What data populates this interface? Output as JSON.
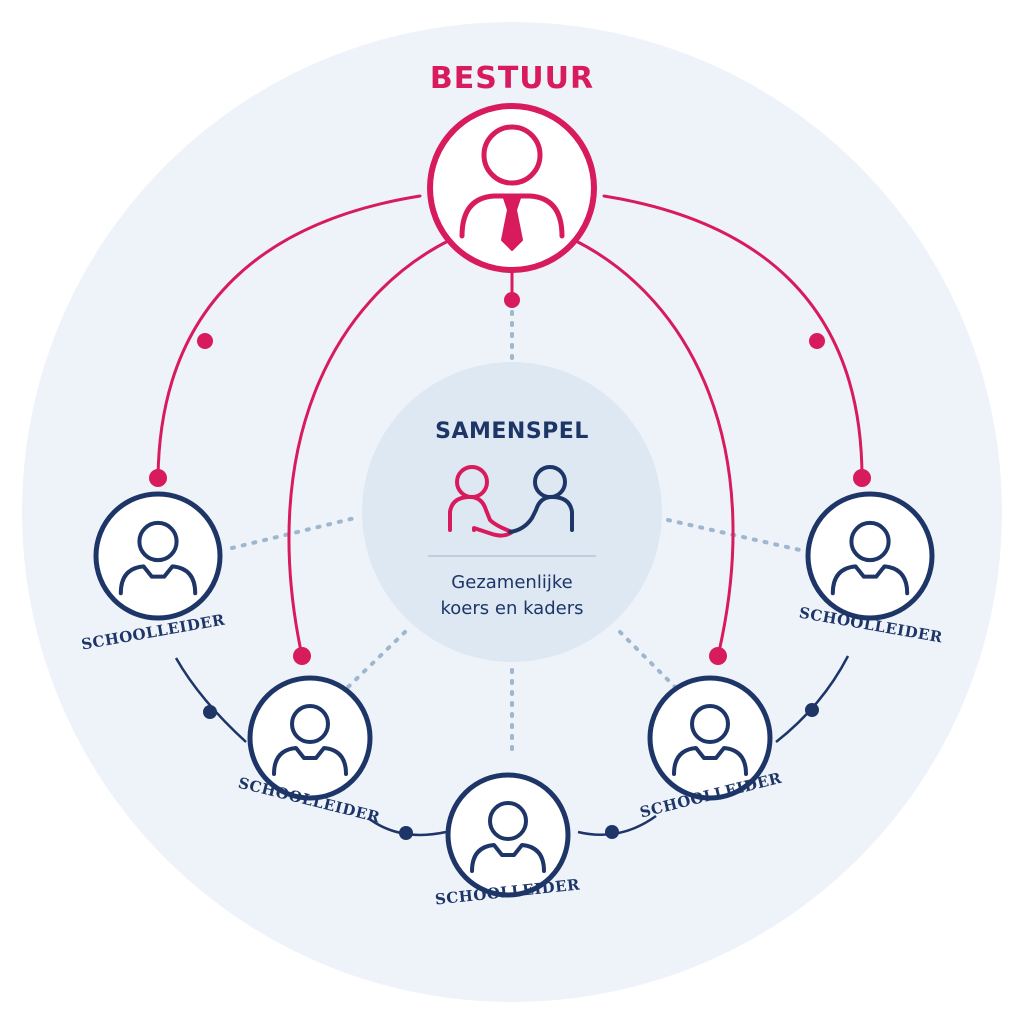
{
  "bestuur": {
    "label": "BESTUUR"
  },
  "center": {
    "title": "SAMENSPEL",
    "subtitle_line1": "Gezamenlijke",
    "subtitle_line2": "koers en kaders"
  },
  "schoolleiders": [
    {
      "label": "SCHOOLLEIDER"
    },
    {
      "label": "SCHOOLLEIDER"
    },
    {
      "label": "SCHOOLLEIDER"
    },
    {
      "label": "SCHOOLLEIDER"
    },
    {
      "label": "SCHOOLLEIDER"
    }
  ],
  "colors": {
    "accent": "#d81b5c",
    "navy": "#1d3567",
    "background_circle": "#eef3fa",
    "center_circle": "#dde8f3",
    "dotted": "#9fb6cf"
  },
  "icons": {
    "bestuur": "manager-with-tie-icon",
    "schoolleider": "person-icon",
    "samenspel": "handshake-icon"
  }
}
